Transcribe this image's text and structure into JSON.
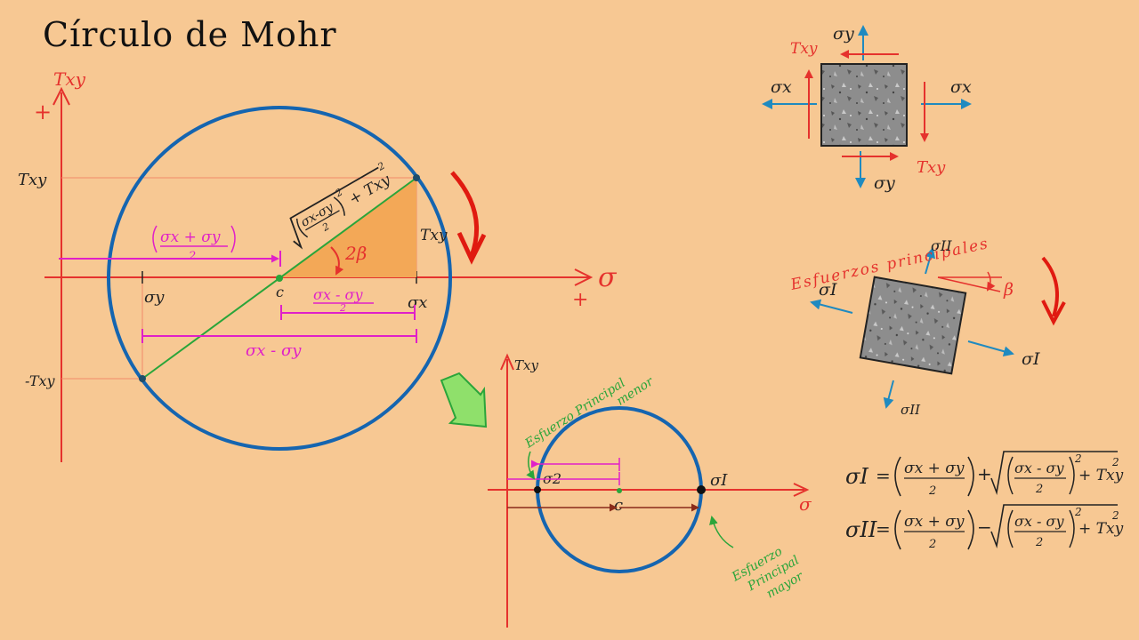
{
  "title": "Círculo de Mohr",
  "main_diagram": {
    "tau_axis_label": "Txy",
    "plus_tau": "+",
    "sigma_axis_label": "σ",
    "plus_sigma": "+",
    "tau_xy_tick": "Txy",
    "neg_tau_xy_tick": "-Txy",
    "sigma_y_tick": "σy",
    "sigma_x_tick": "σx",
    "center_label": "c",
    "center_formula_top": "σx + σy",
    "center_formula_bottom": "2",
    "half_diff_top": "σx - σy",
    "half_diff_bottom": "2",
    "diff_label": "σx - σy",
    "radius_formula_inner_top": "σx-σy",
    "radius_formula_inner_bottom": "2",
    "radius_formula_rest": "+ Txy",
    "radius_formula_exp": "2",
    "angle_label": "2β",
    "tau_side_label": "Txy"
  },
  "small_diagram": {
    "tau_axis_label": "Txy",
    "sigma_axis_label": "σ",
    "sigma1_label": "σI",
    "sigma2_label": "σ2",
    "center_label": "c",
    "minor_label_line1": "Esfuerzo Principal",
    "minor_label_line2": "menor",
    "major_label_line1": "Esfuerzo",
    "major_label_line2": "Principal",
    "major_label_line3": "mayor"
  },
  "element_top": {
    "sigma_y_top": "σy",
    "sigma_y_bottom": "σy",
    "sigma_x_left": "σx",
    "sigma_x_right": "σx",
    "tau_left": "Txy",
    "tau_bottom": "Txy"
  },
  "element_rotated": {
    "heading": "Esfuerzos principales",
    "sigma_II_top": "σII",
    "sigma_II_bottom": "σII",
    "sigma_I_left": "σI",
    "sigma_I_right": "σI",
    "beta_label": "β"
  },
  "formulas": {
    "f1_lhs": "σI",
    "f1_sign": "+",
    "f2_lhs": "σII",
    "f2_sign": "−",
    "num_a": "σx + σy",
    "den": "2",
    "num_b": "σx - σy",
    "tail": "+ Txy",
    "exp": "2"
  },
  "colors": {
    "background": "#f7c893",
    "axis_red": "#e5322d",
    "circle_blue": "#1565b0",
    "diameter_green": "#2aa53a",
    "magenta": "#e020c8",
    "concrete_gray": "#8c8c8c"
  }
}
